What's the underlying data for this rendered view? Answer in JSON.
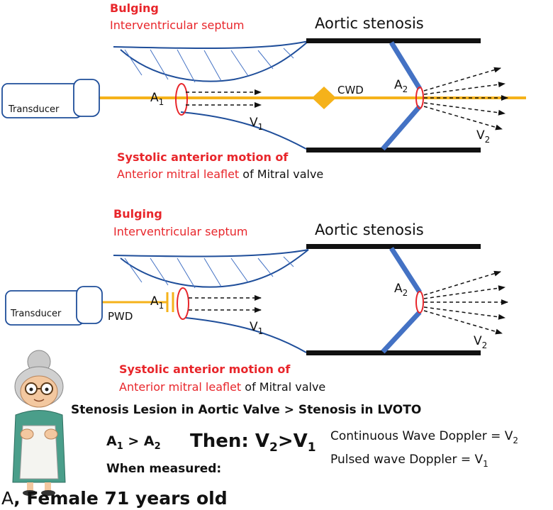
{
  "colors": {
    "beam": "#f5b21a",
    "wall": "#1f4e9a",
    "leaflet": "#4472c4",
    "label_red": "#e8262b",
    "ellipse": "#e8262b"
  },
  "panel_top": {
    "septum_title": "Bulging",
    "septum_sub": "Interventricular septum",
    "aortic_title": "Aortic stenosis",
    "transducer_label": "Transducer",
    "doppler_label": "CWD",
    "a1_main": "A",
    "a1_sub": "1",
    "a2_main": "A",
    "a2_sub": "2",
    "v1_main": "V",
    "v1_sub": "1",
    "v2_main": "V",
    "v2_sub": "2",
    "sam_line1": "Systolic anterior motion of",
    "sam_line2_red": "Anterior mitral leaflet",
    "sam_line2_black": " of Mitral valve"
  },
  "panel_bottom": {
    "septum_title": "Bulging",
    "septum_sub": "Interventricular septum",
    "aortic_title": "Aortic stenosis",
    "transducer_label": "Transducer",
    "doppler_label": "PWD",
    "a1_main": "A",
    "a1_sub": "1",
    "a2_main": "A",
    "a2_sub": "2",
    "v1_main": "V",
    "v1_sub": "1",
    "v2_main": "V",
    "v2_sub": "2",
    "sam_line1": "Systolic anterior motion of",
    "sam_line2_red": "Anterior mitral leaflet",
    "sam_line2_black": " of Mitral valve"
  },
  "summary": {
    "headline": "Stenosis Lesion in Aortic Valve > Stenosis in LVOTO",
    "ineq_a1": "A",
    "ineq_a1_sub": "1",
    "ineq_gt": " > ",
    "ineq_a2": "A",
    "ineq_a2_sub": "2",
    "then_text": "Then: V",
    "then_v2_sub": "2",
    "then_gt": ">V",
    "then_v1_sub": "1",
    "when_measured": "When measured:",
    "cw_text": "Continuous Wave Doppler = V",
    "cw_sub": "2",
    "pw_text": "Pulsed wave Doppler = V",
    "pw_sub": "1",
    "patient_letter": "A",
    "patient_text": ", Female 71 years old"
  }
}
